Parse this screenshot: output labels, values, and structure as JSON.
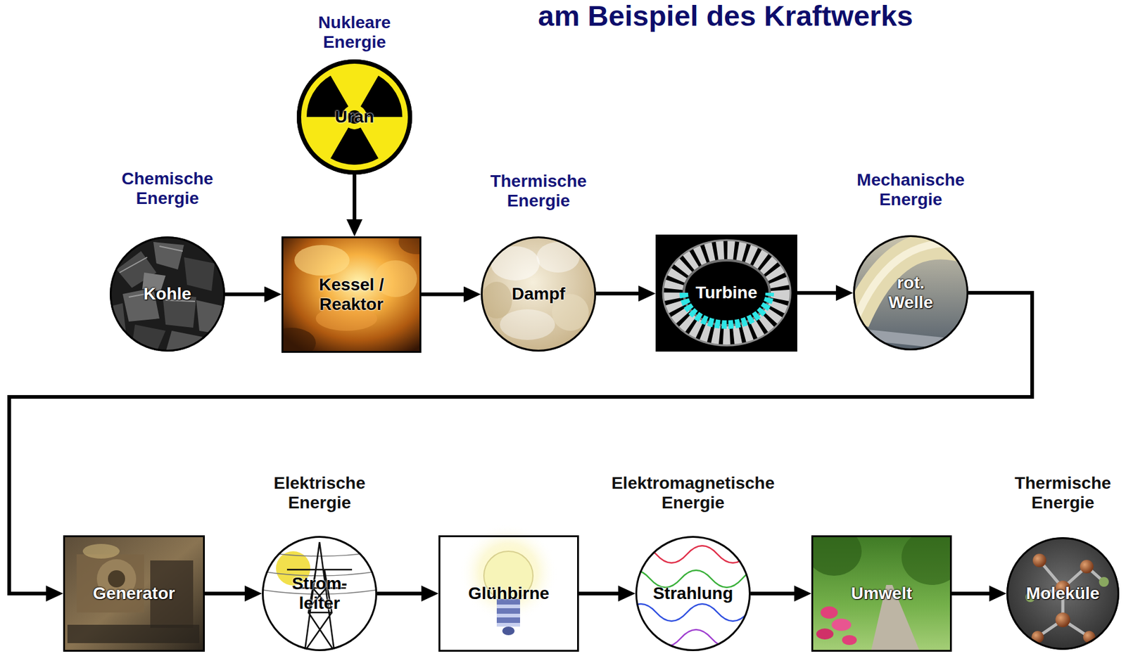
{
  "diagram": {
    "title": "am Beispiel des Kraftwerks",
    "nodes": [
      {
        "text": [
          "Nukleare Energie",
          "Uran"
        ]
      },
      {
        "text": [
          "Chemische Energie",
          "Kohle"
        ]
      },
      {
        "text": [
          "Kessel / Reaktor"
        ]
      },
      {
        "text": [
          "Thermische Energie",
          "Dampf"
        ]
      },
      {
        "text": [
          "Turbine"
        ]
      },
      {
        "text": [
          "Mechanische Energie",
          "rot. Welle"
        ]
      },
      {
        "text": [
          "Generator"
        ]
      },
      {
        "text": [
          "Elektrische Energie",
          "Strom- leiter"
        ]
      },
      {
        "text": [
          "Glühbirne"
        ]
      },
      {
        "text": [
          "Elektromagnetische Energie",
          "Strahlung"
        ]
      },
      {
        "text": [
          "Umwelt"
        ]
      },
      {
        "text": [
          "Thermische Energie",
          "Moleküle"
        ]
      }
    ],
    "edges": [
      {
        "from": 1,
        "to": 2,
        "arrow": "to"
      },
      {
        "from": 0,
        "to": 2,
        "arrow": "to"
      },
      {
        "from": 2,
        "to": 3,
        "arrow": "to"
      },
      {
        "from": 3,
        "to": 4,
        "arrow": "to"
      },
      {
        "from": 4,
        "to": 5,
        "arrow": "to"
      },
      {
        "from": 5,
        "to": 6,
        "arrow": "to"
      },
      {
        "from": 6,
        "to": 7,
        "arrow": "to"
      },
      {
        "from": 7,
        "to": 8,
        "arrow": "to"
      },
      {
        "from": 8,
        "to": 9,
        "arrow": "to"
      },
      {
        "from": 9,
        "to": 10,
        "arrow": "to"
      },
      {
        "from": 10,
        "to": 11,
        "arrow": "to"
      }
    ]
  }
}
